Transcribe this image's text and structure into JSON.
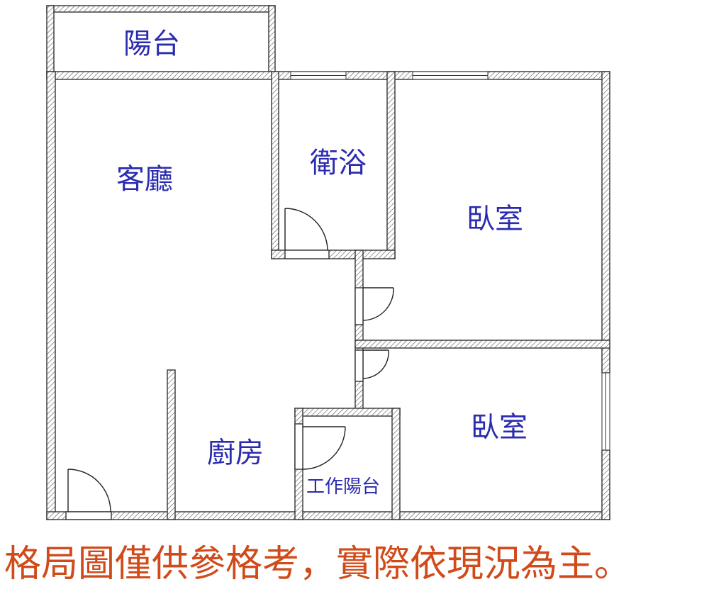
{
  "rooms": {
    "balcony": "陽台",
    "living_room": "客廳",
    "bathroom": "衛浴",
    "bedroom_1": "臥室",
    "bedroom_2": "臥室",
    "kitchen": "廚房",
    "service_balcony": "工作陽台"
  },
  "disclaimer": "格局圖僅供參格考，實際依現況為主。",
  "colors": {
    "wall_hatch": "#555555",
    "label": "#2b2bb0",
    "note": "#d04a1a"
  }
}
